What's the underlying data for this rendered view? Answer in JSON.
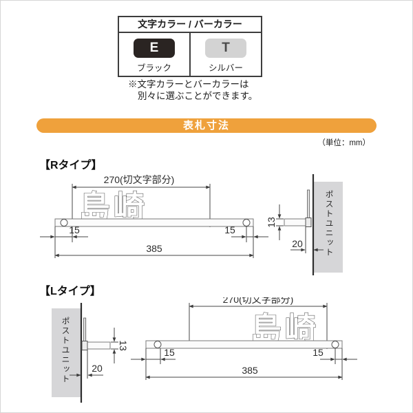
{
  "color_table": {
    "header": "文字カラー / バーカラー",
    "options": [
      {
        "code": "E",
        "label": "ブラック",
        "swatch_color": "#2a2422",
        "code_color": "#ffffff"
      },
      {
        "code": "T",
        "label": "シルバー",
        "swatch_color": "#d3d3d3",
        "code_color": "#4a4a4a"
      }
    ]
  },
  "note": {
    "line1": "※文字カラーとバーカラーは",
    "line2": "別々に選ぶことができます。"
  },
  "section_banner": {
    "title": "表札寸法",
    "color": "#efa13c"
  },
  "unit_label": "（単位：mm）",
  "r_type": {
    "heading": "【Rタイプ】"
  },
  "l_type": {
    "heading": "【Lタイプ】"
  },
  "dims": {
    "cut_letter_width": "270(切文字部分)",
    "total_width": "385",
    "edge_offset": "15",
    "bar_thickness": "13",
    "protrusion": "20"
  },
  "labels": {
    "post_unit": "ポストユニット",
    "nameplate_text": "島崎"
  }
}
